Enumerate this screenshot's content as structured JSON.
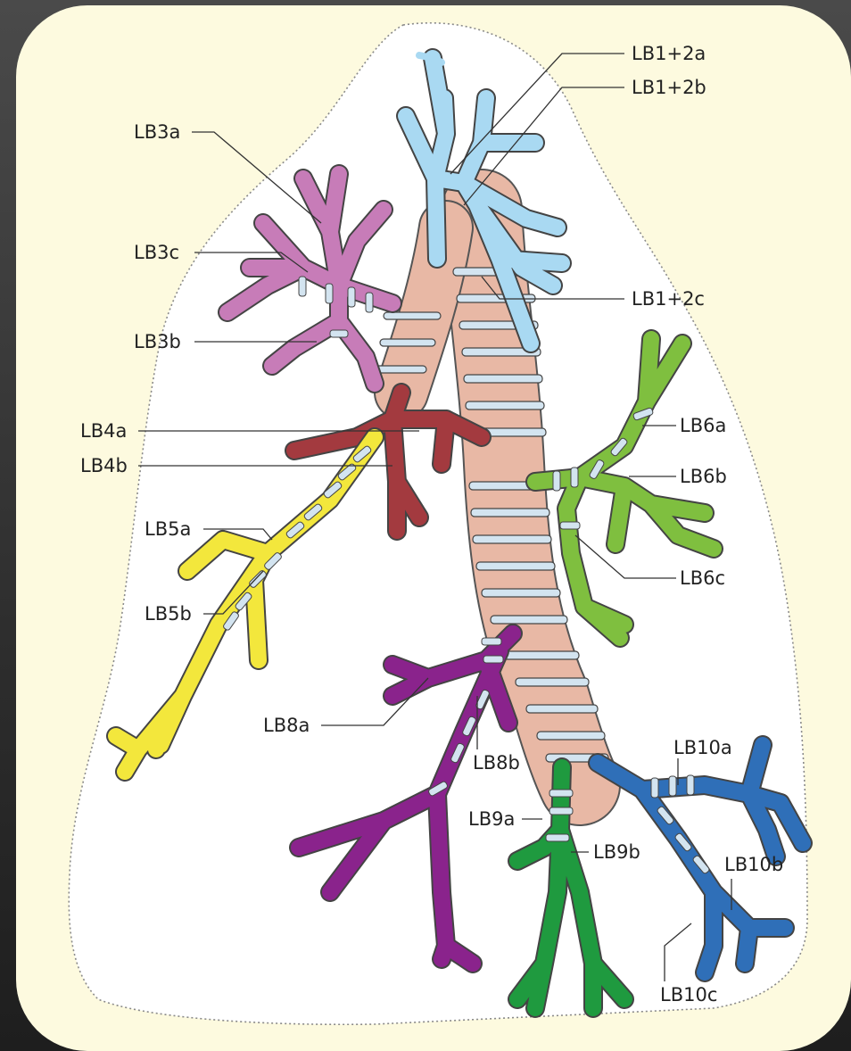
{
  "colors": {
    "background_panel": "#fdfadf",
    "lung_outline": "#8a8a8a",
    "trachea": "#e8b8a5",
    "ring": "#d3e4f0",
    "upper_division": "#a9d9f2",
    "lingula_4": "#a33a3f",
    "lingula_5": "#f3e73c",
    "segment_3": "#c77cb8",
    "segment_6": "#7fbf3f",
    "segment_8": "#8a238c",
    "segment_9": "#1f9a3f",
    "segment_10": "#2f6fb8"
  },
  "labels": {
    "lb1_2a": "LB1+2a",
    "lb1_2b": "LB1+2b",
    "lb1_2c": "LB1+2c",
    "lb3a": "LB3a",
    "lb3c": "LB3c",
    "lb3b": "LB3b",
    "lb4a": "LB4a",
    "lb4b": "LB4b",
    "lb5a": "LB5a",
    "lb5b": "LB5b",
    "lb6a": "LB6a",
    "lb6b": "LB6b",
    "lb6c": "LB6c",
    "lb8a": "LB8a",
    "lb8b": "LB8b",
    "lb9a": "LB9a",
    "lb9b": "LB9b",
    "lb10a": "LB10a",
    "lb10b": "LB10b",
    "lb10c": "LB10c"
  }
}
